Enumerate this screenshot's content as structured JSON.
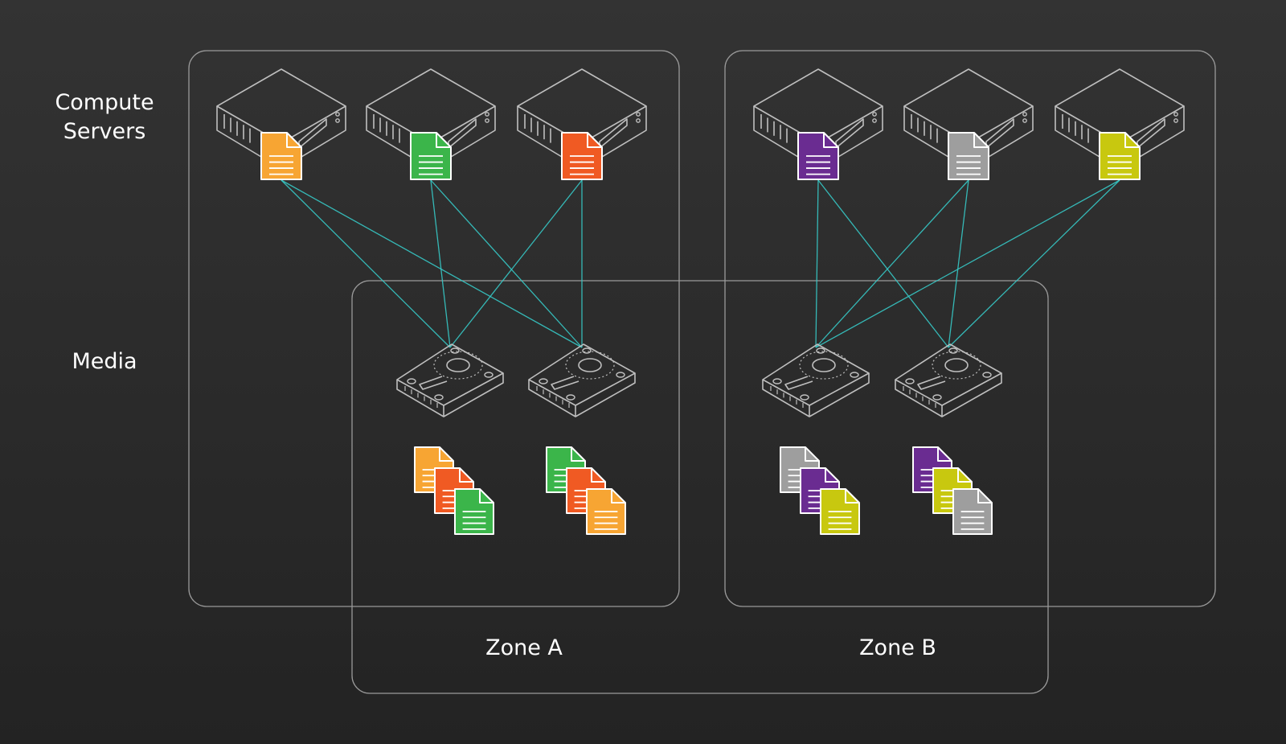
{
  "labels": {
    "compute_line1": "Compute",
    "compute_line2": "Servers",
    "media": "Media",
    "zone_a": "Zone A",
    "zone_b": "Zone B"
  },
  "colors": {
    "background": "#2b2b2b",
    "outline": "#bfbfbf",
    "connection": "#36c9c6",
    "orange": "#f7a533",
    "green": "#3bb54a",
    "red": "#f05a23",
    "purple": "#6a2c91",
    "gray": "#9e9e9e",
    "yellow": "#c8c80f"
  },
  "servers": [
    {
      "id": "s1",
      "zone": "A",
      "file_color": "orange"
    },
    {
      "id": "s2",
      "zone": "A",
      "file_color": "green"
    },
    {
      "id": "s3",
      "zone": "A",
      "file_color": "red"
    },
    {
      "id": "s4",
      "zone": "B",
      "file_color": "purple"
    },
    {
      "id": "s5",
      "zone": "B",
      "file_color": "gray"
    },
    {
      "id": "s6",
      "zone": "B",
      "file_color": "yellow"
    }
  ],
  "drives": [
    {
      "id": "d1",
      "zone": "A",
      "files": [
        "orange",
        "red",
        "green"
      ]
    },
    {
      "id": "d2",
      "zone": "A",
      "files": [
        "green",
        "red",
        "orange"
      ]
    },
    {
      "id": "d3",
      "zone": "B",
      "files": [
        "gray",
        "purple",
        "yellow"
      ]
    },
    {
      "id": "d4",
      "zone": "B",
      "files": [
        "purple",
        "yellow",
        "gray"
      ]
    }
  ],
  "connections": [
    [
      "s1",
      "d1"
    ],
    [
      "s1",
      "d2"
    ],
    [
      "s2",
      "d1"
    ],
    [
      "s2",
      "d2"
    ],
    [
      "s3",
      "d1"
    ],
    [
      "s3",
      "d2"
    ],
    [
      "s4",
      "d3"
    ],
    [
      "s4",
      "d4"
    ],
    [
      "s5",
      "d3"
    ],
    [
      "s5",
      "d4"
    ],
    [
      "s6",
      "d3"
    ],
    [
      "s6",
      "d4"
    ]
  ]
}
